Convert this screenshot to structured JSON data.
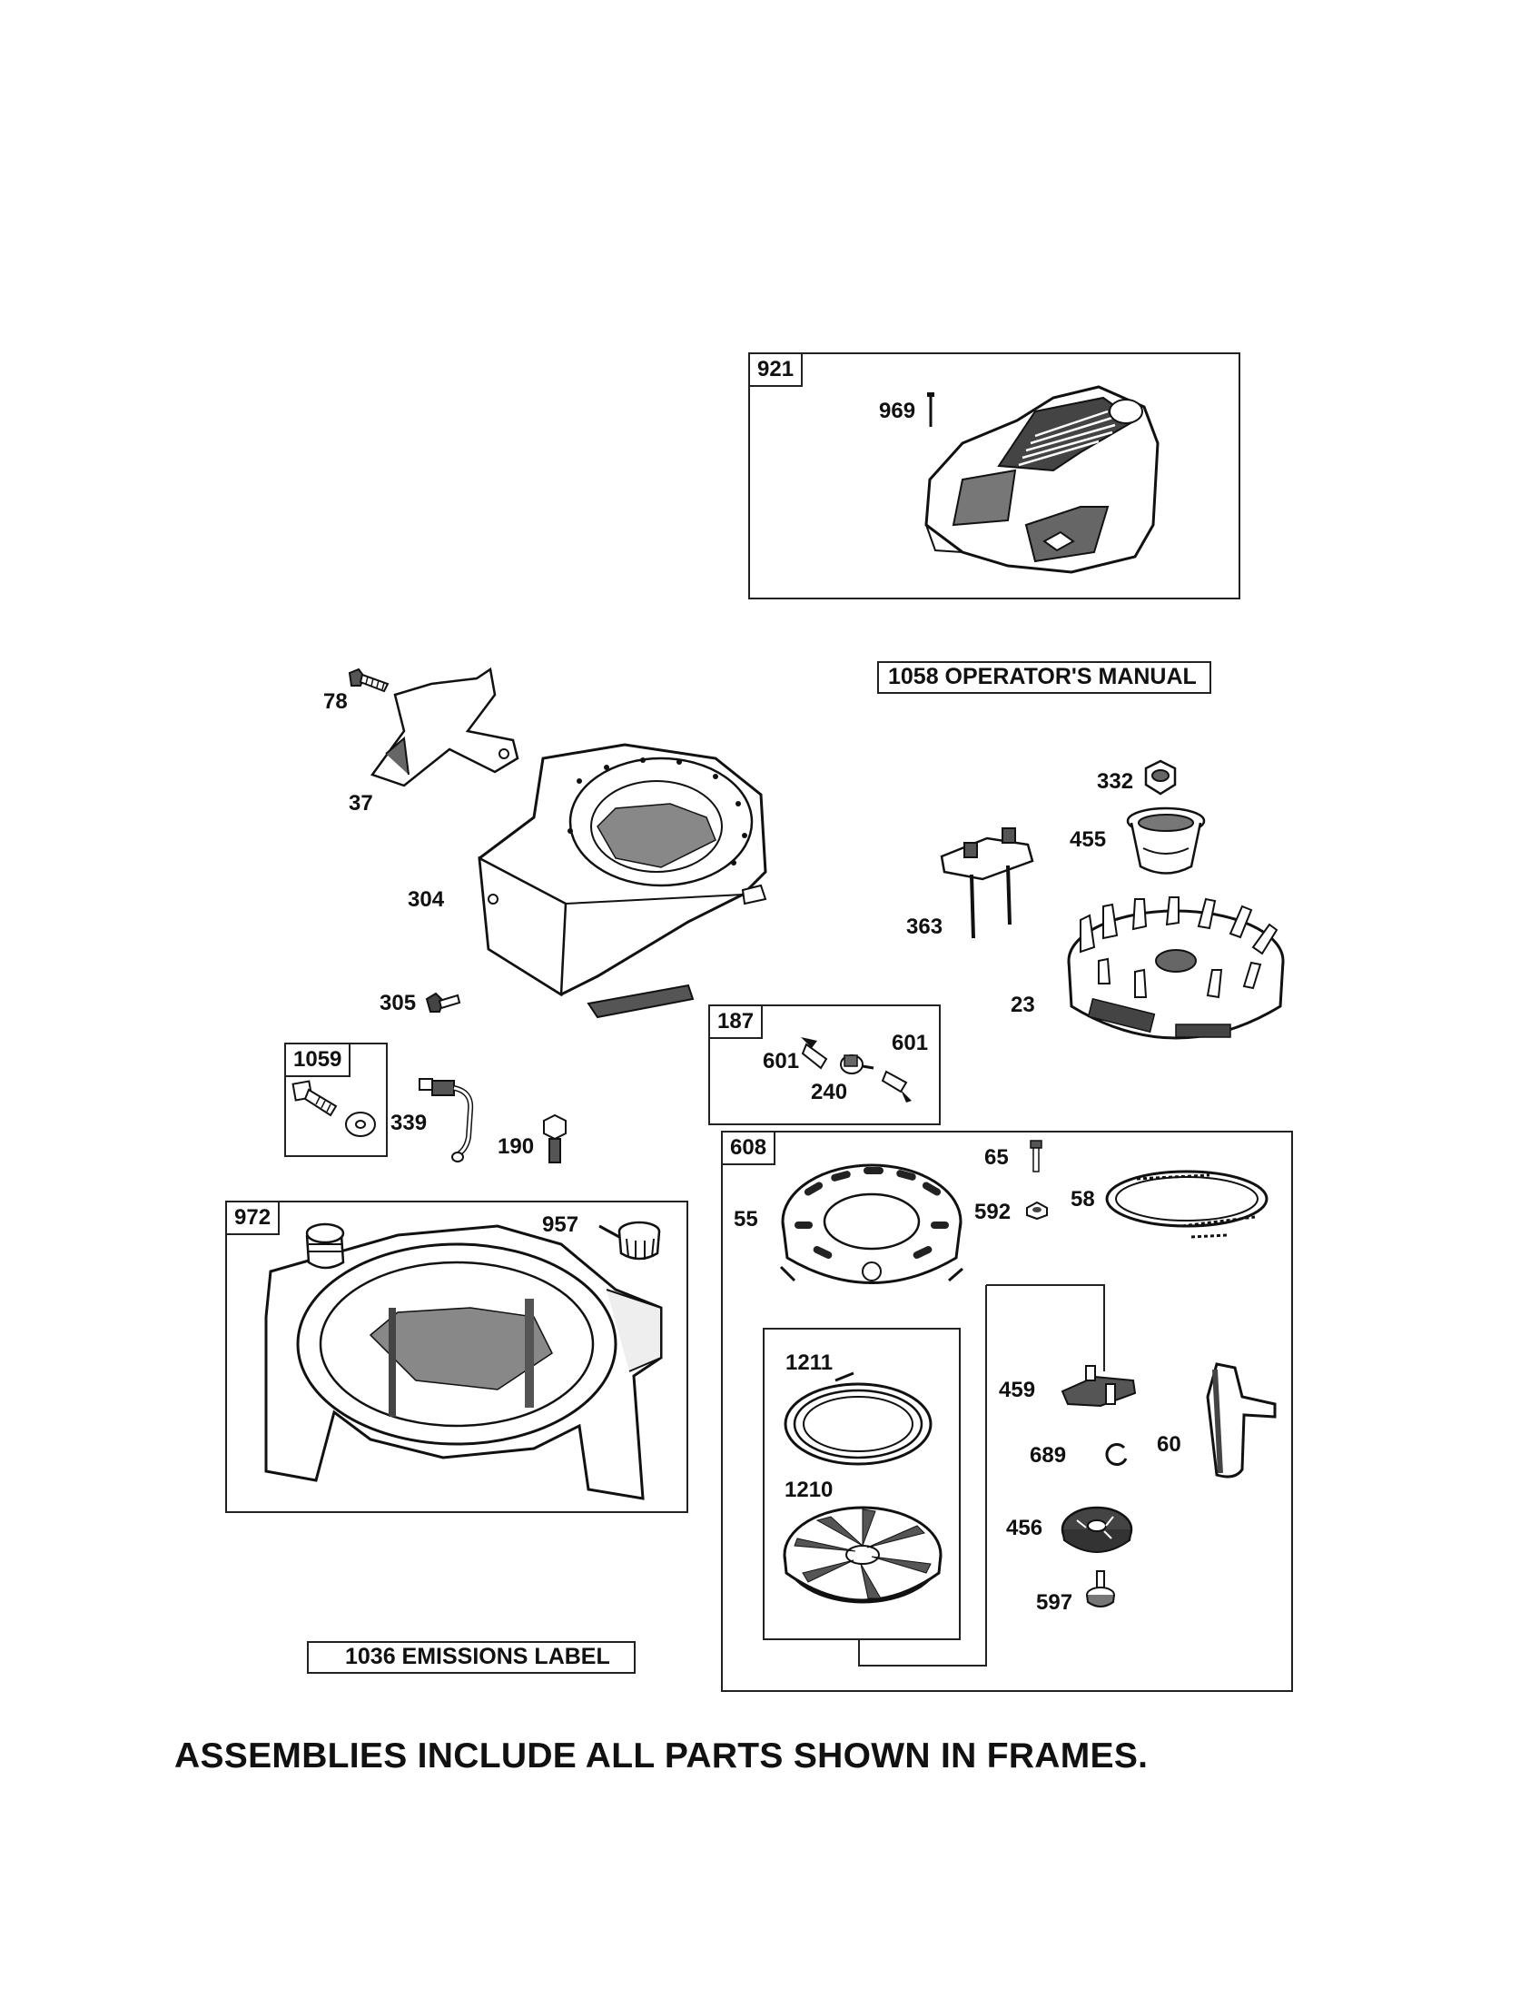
{
  "frames": {
    "f921": "921",
    "f187": "187",
    "f1059": "1059",
    "f972": "972",
    "f608": "608"
  },
  "callouts": {
    "p969": "969",
    "p78": "78",
    "p37": "37",
    "p304": "304",
    "p305": "305",
    "p332": "332",
    "p455": "455",
    "p363": "363",
    "p23": "23",
    "p601a": "601",
    "p601b": "601",
    "p240": "240",
    "p339": "339",
    "p190": "190",
    "p957": "957",
    "p65": "65",
    "p55": "55",
    "p592": "592",
    "p58": "58",
    "p1211": "1211",
    "p459": "459",
    "p1210": "1210",
    "p689": "689",
    "p60": "60",
    "p456": "456",
    "p597": "597"
  },
  "labels": {
    "operators_manual": "1058 OPERATOR'S MANUAL",
    "emissions_label": "1036 EMISSIONS LABEL"
  },
  "footer": "ASSEMBLIES INCLUDE ALL PARTS SHOWN IN FRAMES."
}
